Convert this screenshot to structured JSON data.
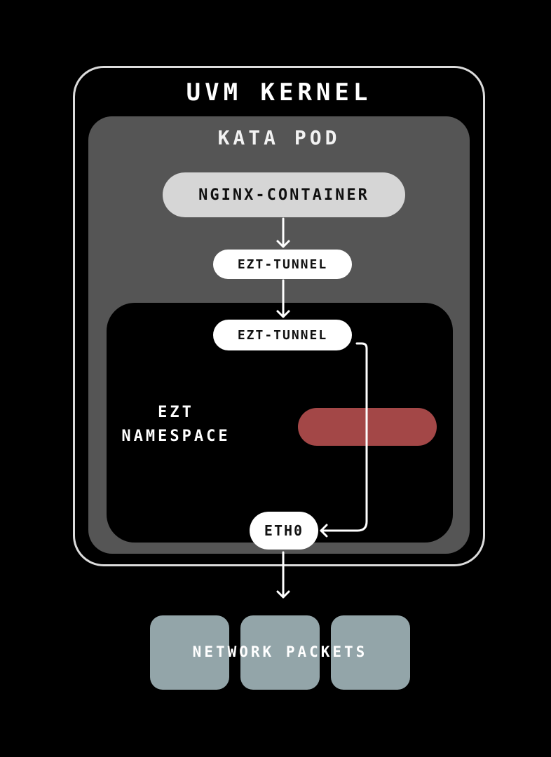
{
  "diagram": {
    "outer": {
      "title": "UVM KERNEL"
    },
    "pod": {
      "title": "KATA POD"
    },
    "container": {
      "label": "NGINX-CONTAINER"
    },
    "tunnel_outer": {
      "label": "EZT-TUNNEL"
    },
    "namespace": {
      "label_line1": "EZT",
      "label_line2": "NAMESPACE",
      "tunnel_inner": {
        "label": "EZT-TUNNEL"
      },
      "interface": {
        "label": "ETH0"
      }
    },
    "packets": {
      "label": "NETWORK PACKETS",
      "count": 3
    }
  },
  "colors": {
    "background": "#000000",
    "outer_border": "#dcdcdc",
    "pod_fill": "#555555",
    "container_fill": "#d6d6d6",
    "pill_fill": "#ffffff",
    "blocked_bar": "#a34747",
    "packet_fill": "#93a5a9",
    "arrow": "#ffffff"
  }
}
